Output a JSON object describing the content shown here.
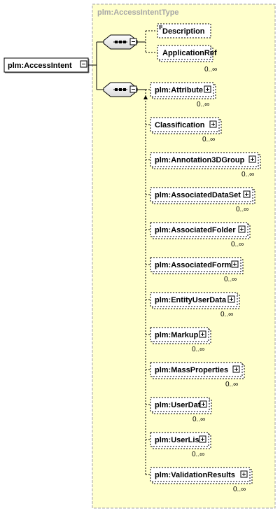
{
  "complex_type": {
    "name": "plm:AccessIntentType"
  },
  "root": {
    "name": "plm:AccessIntent"
  },
  "sequence_1": {
    "elements": [
      {
        "name": "Description",
        "cardinality": ""
      },
      {
        "name": "ApplicationRef",
        "cardinality": "0..∞"
      }
    ]
  },
  "sequence_2": {
    "elements": [
      {
        "name": "plm:Attribute",
        "cardinality": "0..∞"
      },
      {
        "name": "Classification",
        "cardinality": "0..∞"
      },
      {
        "name": "plm:Annotation3DGroup",
        "cardinality": "0..∞"
      },
      {
        "name": "plm:AssociatedDataSet",
        "cardinality": "0..∞"
      },
      {
        "name": "plm:AssociatedFolder",
        "cardinality": "0..∞"
      },
      {
        "name": "plm:AssociatedForm",
        "cardinality": "0..∞"
      },
      {
        "name": "plm:EntityUserData",
        "cardinality": "0..∞"
      },
      {
        "name": "plm:Markup",
        "cardinality": "0..∞"
      },
      {
        "name": "plm:MassProperties",
        "cardinality": "0..∞"
      },
      {
        "name": "plm:UserData",
        "cardinality": "0..∞"
      },
      {
        "name": "plm:UserList",
        "cardinality": "0..∞"
      },
      {
        "name": "plm:ValidationResults",
        "cardinality": "0..∞"
      }
    ]
  },
  "colors": {
    "type_box_fill": "#ffffcc",
    "type_box_border": "#a6a6a6",
    "element_fill": "#ffffff",
    "connector": "#000000"
  }
}
